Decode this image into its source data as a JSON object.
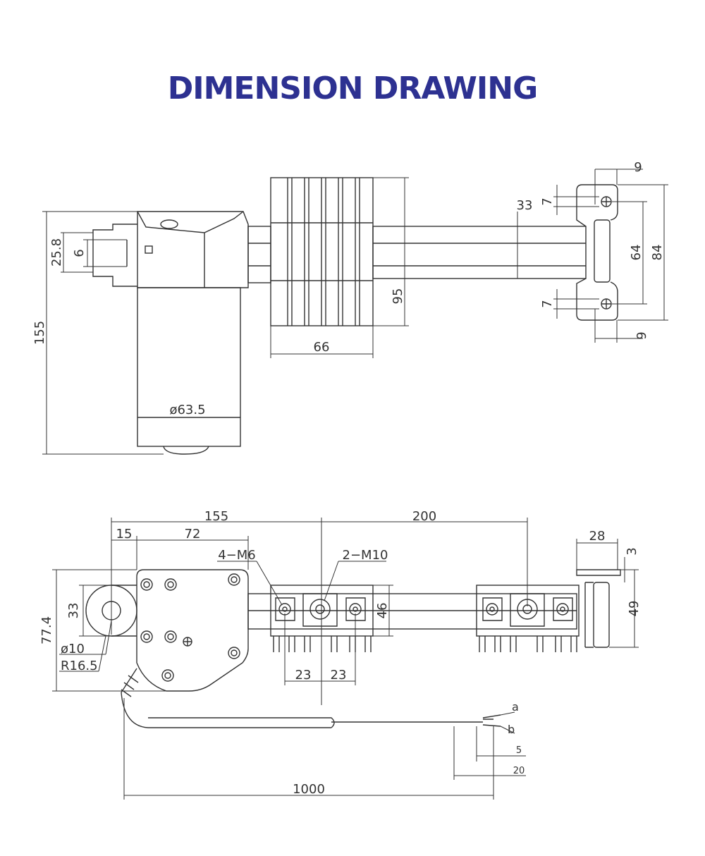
{
  "title": "DIMENSION DRAWING",
  "colors": {
    "title": "#2d3191",
    "line": "#333333",
    "background": "#ffffff"
  },
  "top_view": {
    "d_155": "155",
    "d_25_8": "25.8",
    "d_6": "6",
    "d_63_5": "ø63.5",
    "d_66": "66",
    "d_95": "95",
    "d_33": "33",
    "d_9_top": "9",
    "d_7_top": "7",
    "d_64": "64",
    "d_84": "84",
    "d_7_bottom": "7",
    "d_9_bottom": "9"
  },
  "side_view": {
    "d_155": "155",
    "d_200": "200",
    "d_15": "15",
    "d_72": "72",
    "d_4_m6": "4−M6",
    "d_2_m10": "2−M10",
    "d_28": "28",
    "d_3": "3",
    "d_49": "49",
    "d_33": "33",
    "d_77_4": "77.4",
    "d_phi10": "ø10",
    "d_r16_5": "R16.5",
    "d_46": "46",
    "d_23_left": "23",
    "d_23_right": "23",
    "d_a": "a",
    "d_b": "b",
    "d_5": "5",
    "d_20": "20",
    "d_1000": "1000"
  }
}
